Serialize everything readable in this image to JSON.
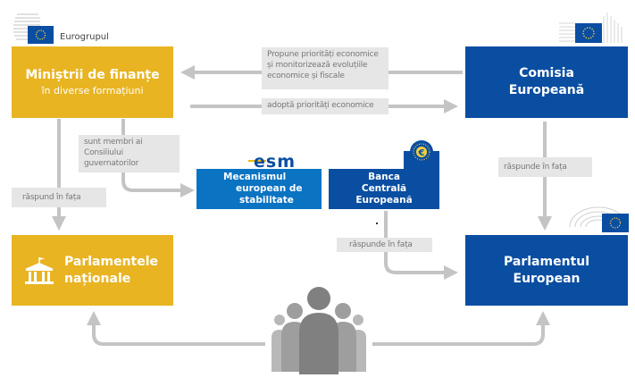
{
  "logos": {
    "eurogroup": {
      "label": "Eurogrupul",
      "icon": "eu-flag-building-icon"
    },
    "commission": {
      "icon": "eu-commission-building-icon"
    },
    "parliament": {
      "icon": "eu-parliament-hemicycle-icon"
    },
    "esm": {
      "text": "esm",
      "icon": "esm-logo"
    },
    "ecb": {
      "icon": "ecb-euro-logo"
    }
  },
  "nodes": {
    "ministers": {
      "title": "Miniștrii de finanțe",
      "subtitle": "în diverse formațiuni"
    },
    "commission": {
      "title_line1": "Comisia",
      "title_line2": "Europeană"
    },
    "esm": {
      "line1": "Mecanismul",
      "line2": "european de",
      "line3": "stabilitate"
    },
    "ecb": {
      "line1": "Banca",
      "line2": "Centrală",
      "line3": "Europeană"
    },
    "national_parliaments": {
      "line1": "Parlamentele",
      "line2": "naționale",
      "icon": "parliament-building-icon"
    },
    "european_parliament": {
      "line1": "Parlamentul",
      "line2": "European"
    },
    "citizens": {
      "icon": "citizens-group-icon"
    }
  },
  "edges": {
    "commission_to_ministers": "Propune priorități economice\nși monitorizează evoluțiile\neconomice și fiscale",
    "ministers_to_commission": "adoptă priorități economice",
    "ministers_to_esm": "sunt membri ai\n Consiliului\n guvernatorilor",
    "ministers_to_national_parliaments": "răspund în fața",
    "commission_to_parliament": "răspunde în fața",
    "ecb_to_parliament": "răspunde în fața"
  },
  "colors": {
    "yellow": "#e8b422",
    "dark_blue": "#0a4ea2",
    "light_blue": "#0a73c2",
    "arrow_gray": "#c4c4c4",
    "label_bg": "#e6e6e6"
  }
}
